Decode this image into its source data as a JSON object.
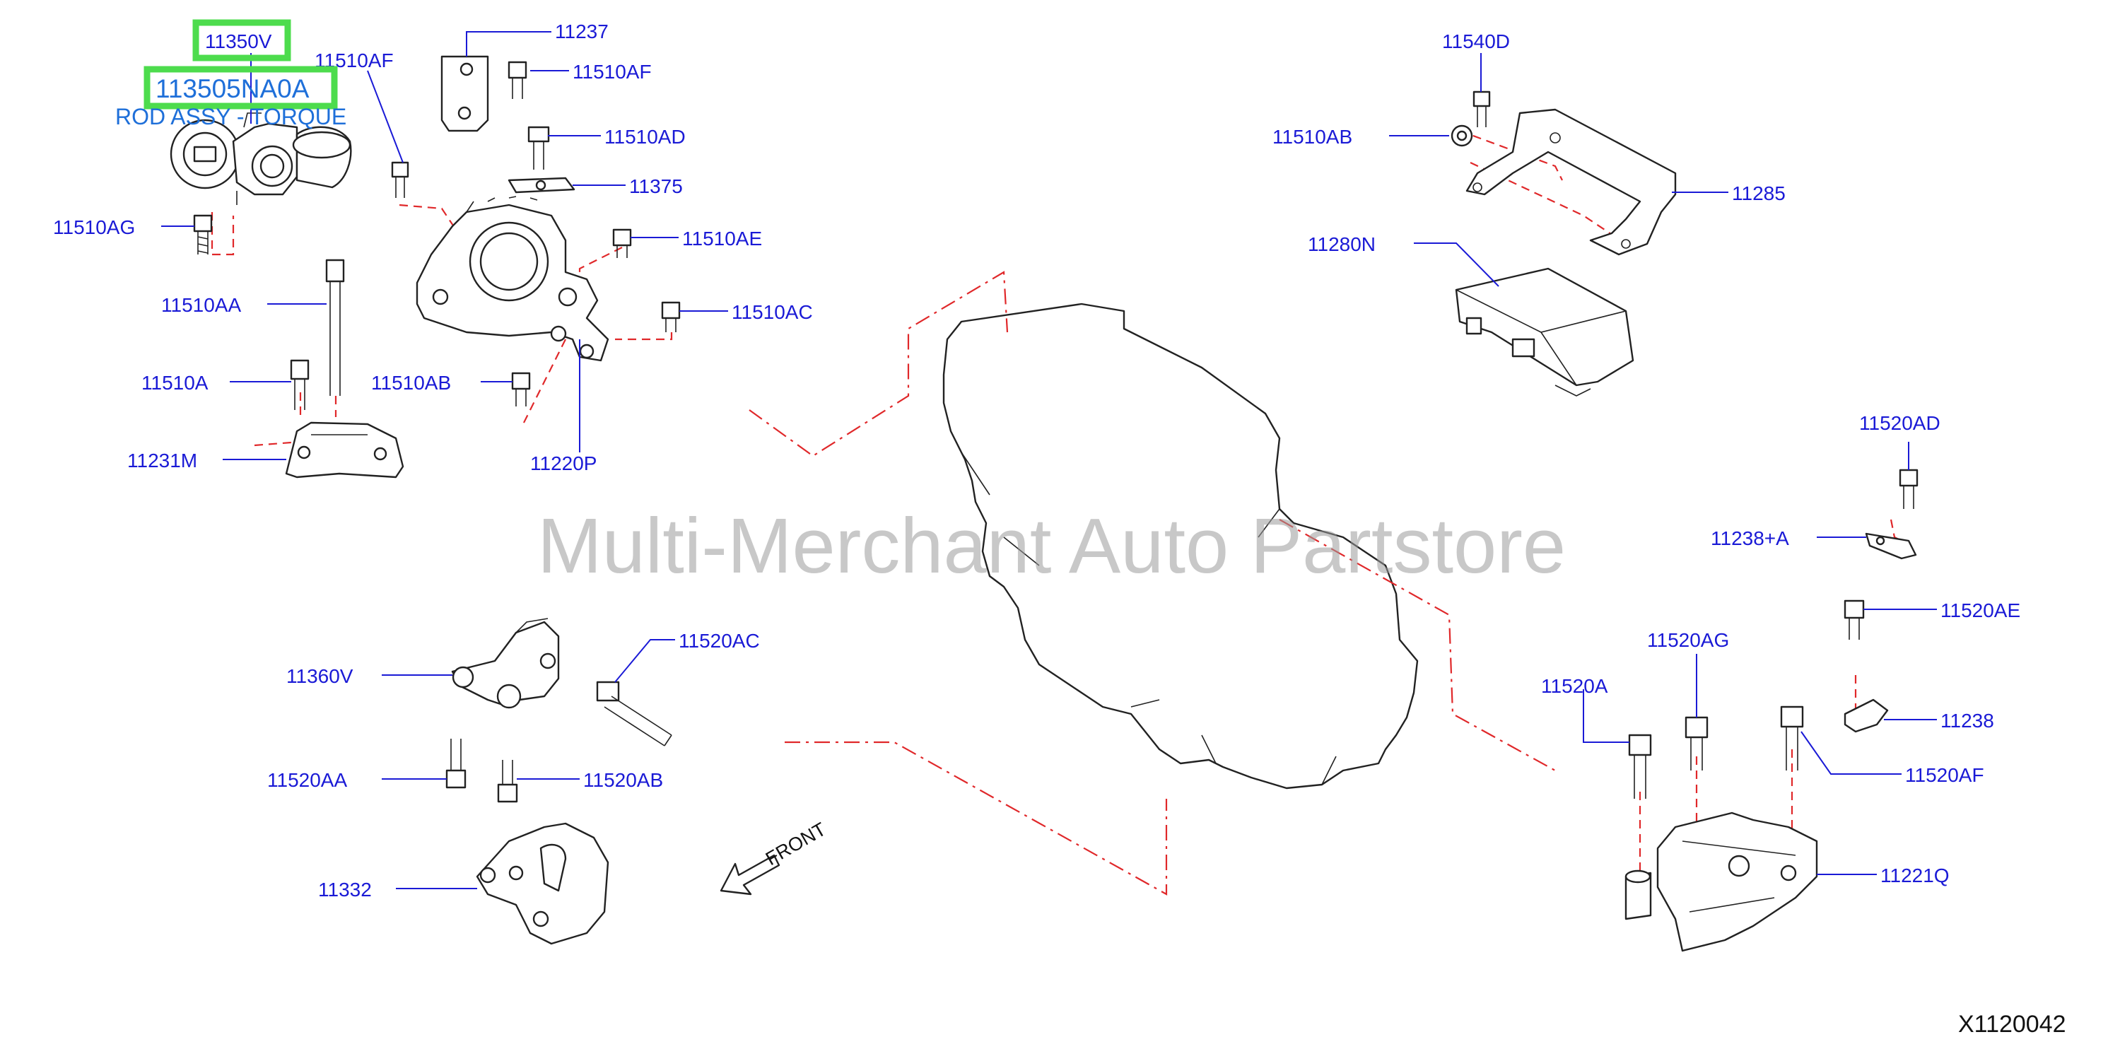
{
  "watermark": "Multi-Merchant Auto Partstore",
  "diagram_code": "X1120042",
  "front_label": "FRONT",
  "highlight": {
    "part_number": "11350V",
    "catalog_number": "113505NA0A",
    "part_name": "ROD ASSY - TORQUE"
  },
  "callouts": {
    "c11237": "11237",
    "c11510AF_a": "11510AF",
    "c11510AF_b": "11510AF",
    "c11510AD": "11510AD",
    "c11375": "11375",
    "c11510AE": "11510AE",
    "c11510AC": "11510AC",
    "c11510AB_a": "11510AB",
    "c11220P": "11220P",
    "c11510AG": "11510AG",
    "c11510AA": "11510AA",
    "c11510A": "11510A",
    "c11231M": "11231M",
    "c11540D": "11540D",
    "c11510AB_b": "11510AB",
    "c11285": "11285",
    "c11280N": "11280N",
    "c11520AD": "11520AD",
    "c11238A": "11238+A",
    "c11520AE": "11520AE",
    "c11520AG": "11520AG",
    "c11520A": "11520A",
    "c11238": "11238",
    "c11520AF": "11520AF",
    "c11221Q": "11221Q",
    "c11360V": "11360V",
    "c11520AC": "11520AC",
    "c11520AA": "11520AA",
    "c11520AB": "11520AB",
    "c11332": "11332"
  },
  "colors": {
    "callout_text": "#1a1ad6",
    "highlight_box": "#4ddc4d",
    "leader_dash": "#e0282a",
    "watermark": "#9b9b9b"
  }
}
